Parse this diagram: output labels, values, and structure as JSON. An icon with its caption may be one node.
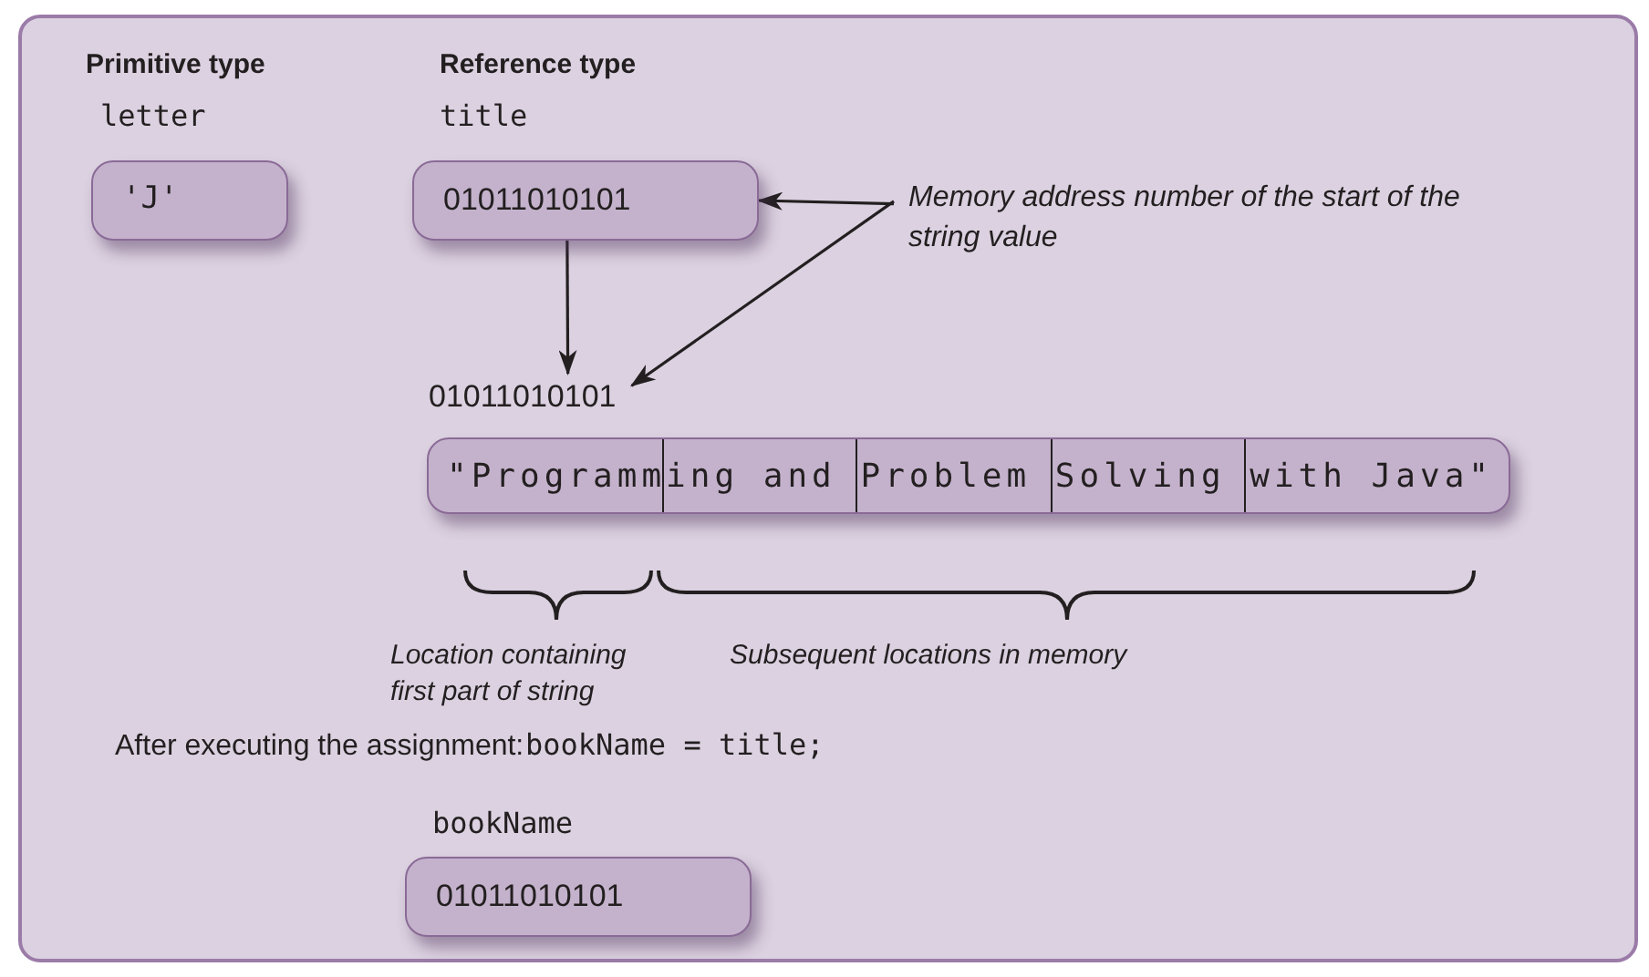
{
  "diagram": {
    "nodes": [
      {
        "text": [
          "'J'"
        ],
        "beside": [
          "letter"
        ]
      },
      {
        "text": [
          "01011010101"
        ],
        "beside": [
          "title"
        ]
      },
      {
        "text": [
          "Memory address number of the start of the string value"
        ]
      },
      {
        "text": [
          "01011010101"
        ]
      },
      {
        "text": [
          "\"Programming and Problem Solving with Java\""
        ]
      },
      {
        "text": [
          "01011010101"
        ],
        "beside": [
          "bookName"
        ]
      }
    ],
    "edges": [
      {
        "from": 2,
        "to": 1,
        "arrow": "to"
      },
      {
        "from": 2,
        "to": 3,
        "arrow": "to"
      },
      {
        "from": 1,
        "to": 3,
        "arrow": "to"
      }
    ],
    "labels": [
      "Primitive type",
      "Reference type",
      "Location containing first part of string",
      "Subsequent locations in memory",
      "After executing the assignment:",
      "bookName = title;"
    ]
  }
}
